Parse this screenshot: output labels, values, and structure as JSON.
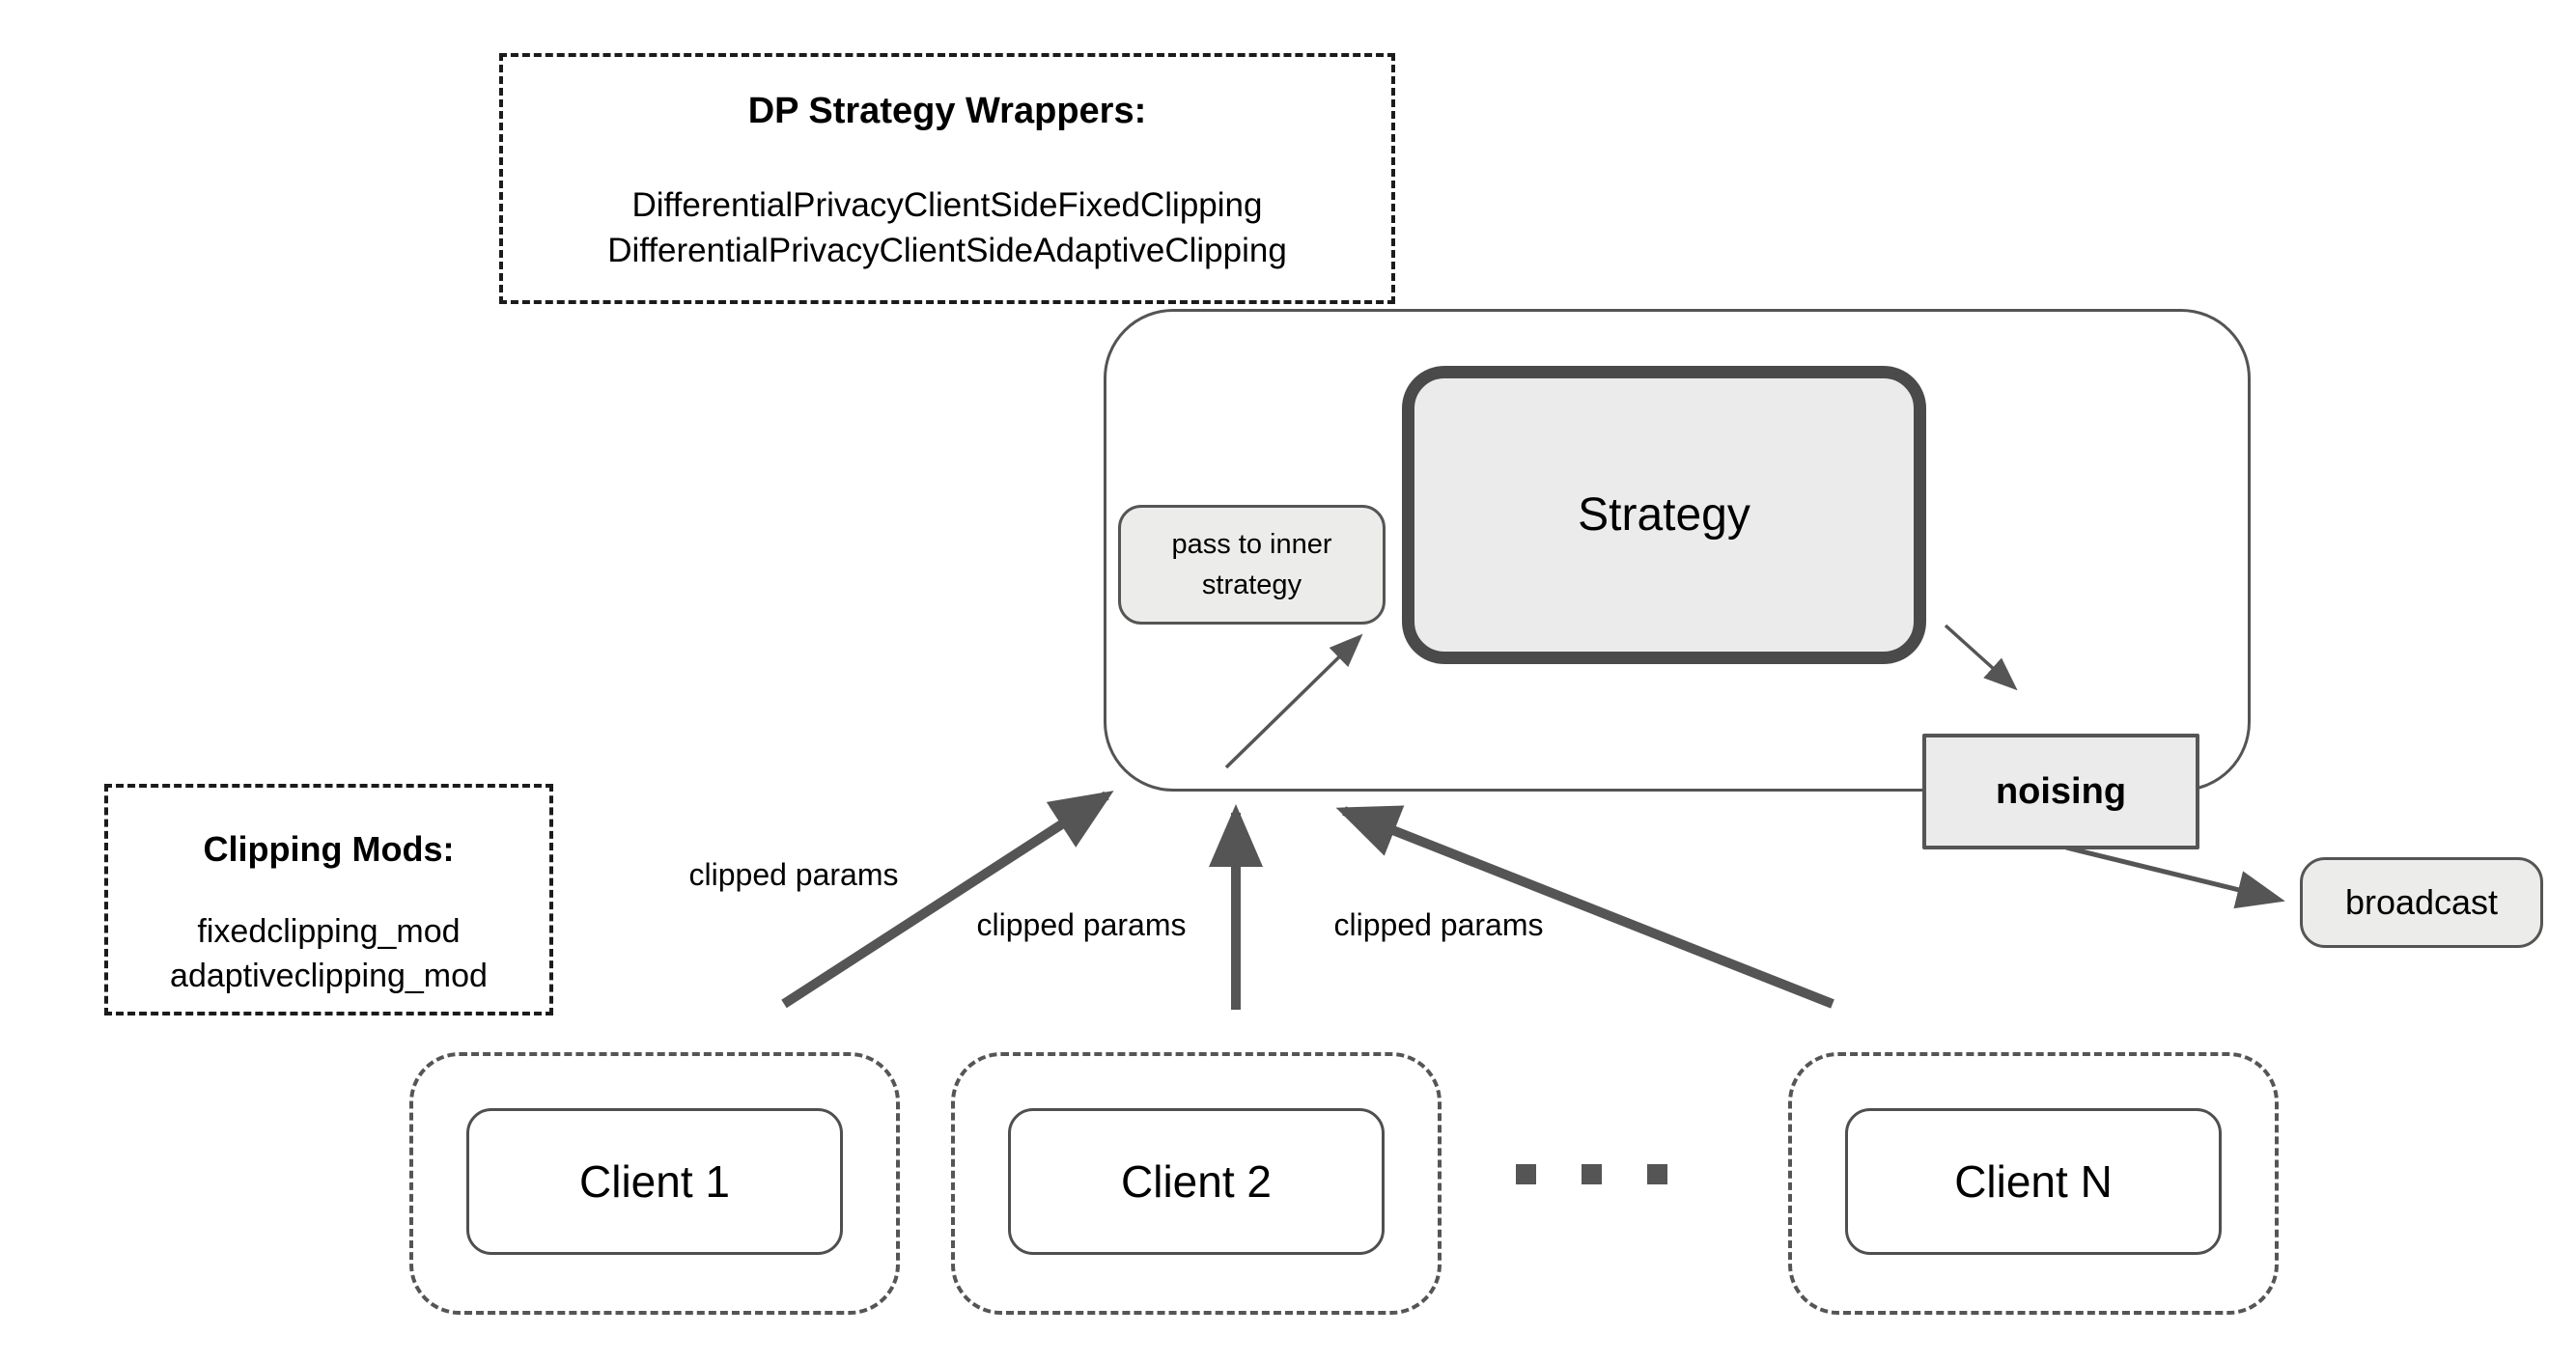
{
  "diagram": {
    "dp_wrappers_box": {
      "title": "DP Strategy Wrappers:",
      "items": [
        "DifferentialPrivacyClientSideFixedClipping",
        "DifferentialPrivacyClientSideAdaptiveClipping"
      ]
    },
    "clipping_mods_box": {
      "title": "Clipping Mods:",
      "items": [
        "fixedclipping_mod",
        "adaptiveclipping_mod"
      ]
    },
    "server": {
      "strategy_label": "Strategy",
      "pass_to_inner_label": "pass to inner strategy"
    },
    "noising_label": "noising",
    "broadcast_label": "broadcast",
    "edge_labels": {
      "clipped_params_1": "clipped params",
      "clipped_params_2": "clipped params",
      "clipped_params_3": "clipped params"
    },
    "clients": [
      {
        "label": "Client 1"
      },
      {
        "label": "Client 2"
      },
      {
        "label": "Client N"
      }
    ],
    "colors": {
      "stroke_gray": "#555555",
      "dashed_black": "#1b1b1b",
      "box_fill_gray": "#ebebeb",
      "text": "#000000",
      "background": "#ffffff"
    }
  }
}
